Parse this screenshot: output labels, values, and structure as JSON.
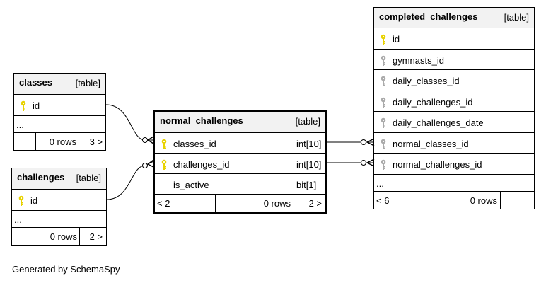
{
  "tables": {
    "classes": {
      "name": "classes",
      "kind": "[table]",
      "columns": [
        {
          "name": "id",
          "key": "primary"
        }
      ],
      "more": "...",
      "left": "",
      "rows": "0 rows",
      "right": "3 >"
    },
    "challenges": {
      "name": "challenges",
      "kind": "[table]",
      "columns": [
        {
          "name": "id",
          "key": "primary"
        }
      ],
      "more": "...",
      "left": "",
      "rows": "0 rows",
      "right": "2 >"
    },
    "normal_challenges": {
      "name": "normal_challenges",
      "kind": "[table]",
      "columns": [
        {
          "name": "classes_id",
          "type": "int[10]",
          "key": "primary"
        },
        {
          "name": "challenges_id",
          "type": "int[10]",
          "key": "primary"
        },
        {
          "name": "is_active",
          "type": "bit[1]",
          "key": "none"
        }
      ],
      "left": "< 2",
      "rows": "0 rows",
      "right": "2 >"
    },
    "completed_challenges": {
      "name": "completed_challenges",
      "kind": "[table]",
      "columns": [
        {
          "name": "id",
          "key": "primary"
        },
        {
          "name": "gymnasts_id",
          "key": "foreign"
        },
        {
          "name": "daily_classes_id",
          "key": "foreign"
        },
        {
          "name": "daily_challenges_id",
          "key": "foreign"
        },
        {
          "name": "daily_challenges_date",
          "key": "foreign"
        },
        {
          "name": "normal_classes_id",
          "key": "foreign"
        },
        {
          "name": "normal_challenges_id",
          "key": "foreign"
        }
      ],
      "more": "...",
      "left": "< 6",
      "rows": "0 rows",
      "right": ""
    }
  },
  "colors": {
    "primary_key": "#e8d200",
    "foreign_key": "#aaaaaa",
    "header_bg": "#f2f2f2"
  },
  "footer_text": "Generated by SchemaSpy"
}
